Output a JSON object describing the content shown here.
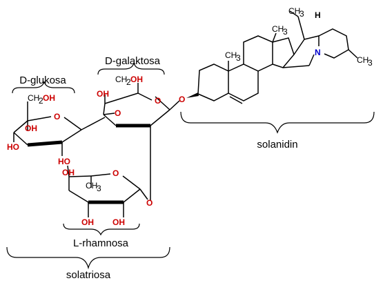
{
  "labels": {
    "glucose": "D-glukosa",
    "galactose": "D-galaktosa",
    "rhamnose": "L-rhamnosa",
    "solanidine": "solanidin",
    "solatriose": "solatriosa"
  },
  "atoms": {
    "ring_oxygen": "O",
    "hydroxyl": "OH",
    "hydroxyl_left": "HO",
    "nitrogen": "N",
    "hydrogen": "H",
    "ch2oh": "CH",
    "ch2oh_sub": "2",
    "ch3": "CH",
    "ch3_sub": "3"
  },
  "colors": {
    "oxygen": "#cc0000",
    "nitrogen": "#0000cc",
    "bond": "#000000"
  }
}
